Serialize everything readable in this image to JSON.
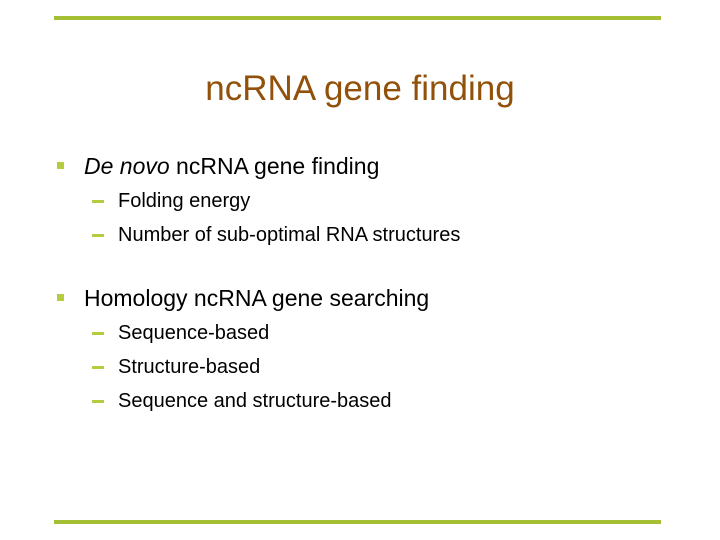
{
  "slide": {
    "title": "ncRNA gene finding",
    "title_color": "#92510a",
    "accent_color": "#a5bf35",
    "bullet_color": "#b4cc3e",
    "text_color": "#000000",
    "background_color": "#ffffff"
  },
  "sections": [
    {
      "bullet_italic_prefix": "De novo",
      "bullet_rest": " ncRNA gene finding",
      "sub": [
        {
          "text": "Folding energy"
        },
        {
          "text": "Number of sub-optimal RNA structures"
        }
      ]
    },
    {
      "bullet_italic_prefix": "",
      "bullet_rest": "Homology ncRNA gene searching",
      "sub": [
        {
          "text": "Sequence-based"
        },
        {
          "text": "Structure-based"
        },
        {
          "text": "Sequence and structure-based"
        }
      ]
    }
  ]
}
